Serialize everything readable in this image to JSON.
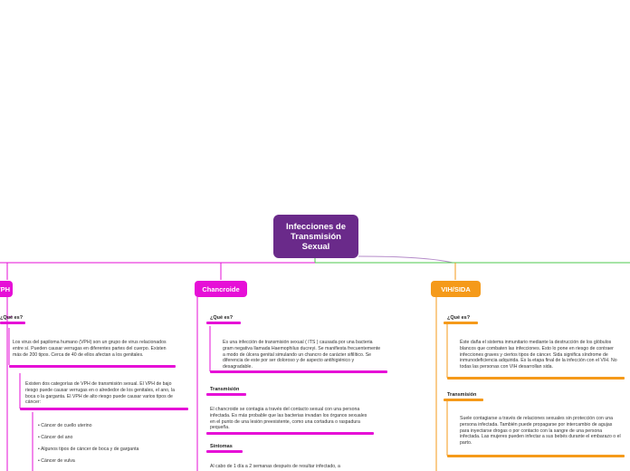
{
  "colors": {
    "central": "#6a2a8a",
    "magenta": "#e60fd7",
    "orange": "#f59a1a",
    "green": "#4cc94c"
  },
  "central": {
    "title": "Infecciones de Transmisión Sexual"
  },
  "vph": {
    "title": "VPH",
    "que_es_label": "¿Qué es?",
    "que_es_text": "Los virus del papiloma humano (VPH) son un grupo de virus relacionados entre sí. Pueden causar verrugas en diferentes partes del cuerpo. Existen más de 200 tipos. Cerca de 40 de ellos afectan a los genitales.",
    "cancer_text": "Existen dos categorías de VPH de transmisión sexual. El VPH de bajo riesgo puede causar verrugas en o alrededor de los genitales, el ano, la boca o la garganta. El VPH de alto riesgo puede causar varios tipos de cáncer:",
    "cancers": [
      "• Cáncer de cuello uterino",
      "• Cáncer del ano",
      "• Algunos tipos de cáncer de boca y de garganta",
      "• Cáncer de vulva"
    ]
  },
  "chancroide": {
    "title": "Chancroide",
    "que_es_label": "¿Qué es?",
    "que_es_text": "Es una infección de transmisión sexual ( ITS ) causada por una bacteria gram negativa llamada Haemophilus ducreyi. Se manifiesta frecuentemente a modo de úlcera genital simulando un chancro de carácter sifilítico. Se diferencia de este por ser doloroso y de aspecto antihigiénico y desagradable.",
    "transmision_label": "Transmisión",
    "transmision_text": "El chancroide se contagia a través del contacto sexual con una persona infectada. Es más probable que las bacterias invadan los órganos sexuales en el punto de una lesión preexistente, como una cortadura o raspadura pequeña.",
    "sintomas_label": "Síntomas",
    "sintomas_text": "Al cabo de 1 día a 2 semanas después de resultar infectado, a"
  },
  "vih": {
    "title": "VIH/SIDA",
    "que_es_label": "¿Qué es?",
    "que_es_text": "Éste daña el sistema inmunitario mediante la destrucción de los glóbulos blancos que combaten las infecciones. Esto lo pone en riesgo de contraer infecciones graves y ciertos tipos de cáncer. Sida significa síndrome de inmunodeficiencia adquirida. Es la etapa final de la infección con el VIH. No todas las personas con VIH desarrollan sida.",
    "transmision_label": "Transmisión",
    "transmision_text": "Suele contagiarse a través de relaciones sexuales sin protección con una persona infectada. También puede propagarse por intercambio de agujas para inyectarse drogas o por contacto con la sangre de una persona infectada. Las mujeres pueden infectar a sus bebés durante el embarazo o el parto."
  }
}
